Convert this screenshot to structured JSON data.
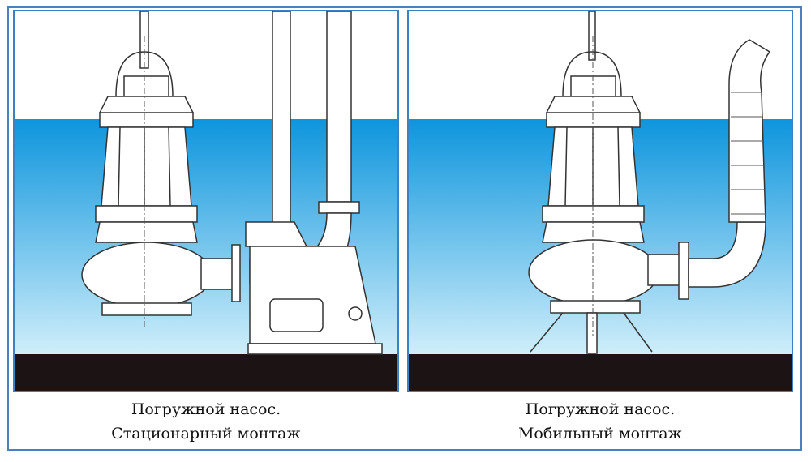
{
  "panels": [
    {
      "caption_line1": "Погружной насос.",
      "caption_line2": "Стационарный монтаж"
    },
    {
      "caption_line1": "Погружной насос.",
      "caption_line2": "Мобильный монтаж"
    }
  ],
  "colors": {
    "air": "#ffffff",
    "water": "#1a9fe0",
    "ground": "#1c1414",
    "border": "#3b82c4"
  }
}
